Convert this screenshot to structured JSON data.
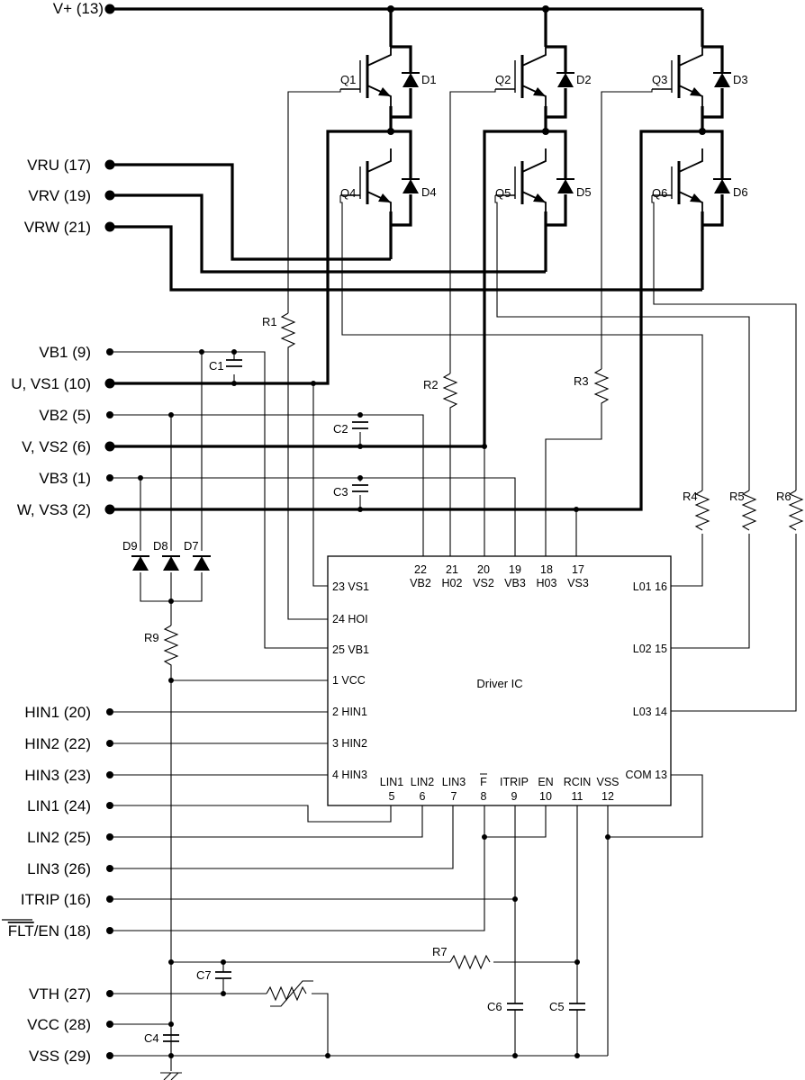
{
  "terminals": [
    {
      "id": "vplus",
      "label": "V+ (13)"
    },
    {
      "id": "vru",
      "label": "VRU (17)"
    },
    {
      "id": "vrv",
      "label": "VRV (19)"
    },
    {
      "id": "vrw",
      "label": "VRW (21)"
    },
    {
      "id": "vb1",
      "label": "VB1 (9)"
    },
    {
      "id": "vs1",
      "label": "U, VS1 (10)"
    },
    {
      "id": "vb2",
      "label": "VB2 (5)"
    },
    {
      "id": "vs2",
      "label": "V, VS2 (6)"
    },
    {
      "id": "vb3",
      "label": "VB3 (1)"
    },
    {
      "id": "vs3",
      "label": "W, VS3 (2)"
    },
    {
      "id": "hin1",
      "label": "HIN1 (20)"
    },
    {
      "id": "hin2",
      "label": "HIN2 (22)"
    },
    {
      "id": "hin3",
      "label": "HIN3 (23)"
    },
    {
      "id": "lin1",
      "label": "LIN1 (24)"
    },
    {
      "id": "lin2",
      "label": "LIN2 (25)"
    },
    {
      "id": "lin3",
      "label": "LIN3 (26)"
    },
    {
      "id": "itrip",
      "label": "ITRIP (16)"
    },
    {
      "id": "flten",
      "label_bar": "FLT",
      "label_rest": "/EN (18)"
    },
    {
      "id": "vth",
      "label": "VTH (27)"
    },
    {
      "id": "vcc",
      "label": "VCC (28)"
    },
    {
      "id": "vss",
      "label": "VSS (29)"
    }
  ],
  "transistors": [
    "Q1",
    "Q2",
    "Q3",
    "Q4",
    "Q5",
    "Q6"
  ],
  "diodes": [
    "D1",
    "D2",
    "D3",
    "D4",
    "D5",
    "D6",
    "D7",
    "D8",
    "D9"
  ],
  "resistors": [
    "R1",
    "R2",
    "R3",
    "R4",
    "R5",
    "R6",
    "R7",
    "R9"
  ],
  "capacitors": [
    "C1",
    "C2",
    "C3",
    "C4",
    "C5",
    "C6",
    "C7"
  ],
  "driver": {
    "title": "Driver IC",
    "left_pins": [
      "23 VS1",
      "24 HOI",
      "25 VB1",
      "1 VCC",
      "2 HIN1",
      "3 HIN2",
      "4 HIN3"
    ],
    "top_pins": [
      {
        "num": "22",
        "name": "VB2"
      },
      {
        "num": "21",
        "name": "H02"
      },
      {
        "num": "20",
        "name": "VS2"
      },
      {
        "num": "19",
        "name": "VB3"
      },
      {
        "num": "18",
        "name": "H03"
      },
      {
        "num": "17",
        "name": "VS3"
      }
    ],
    "right_pins": [
      "L01 16",
      "L02 15",
      "L03 14",
      "COM 13"
    ],
    "bottom_pins": [
      {
        "num": "5",
        "name": "LIN1"
      },
      {
        "num": "6",
        "name": "LIN2"
      },
      {
        "num": "7",
        "name": "LIN3"
      },
      {
        "num": "8",
        "name": "F"
      },
      {
        "num": "9",
        "name": "ITRIP"
      },
      {
        "num": "10",
        "name": "EN"
      },
      {
        "num": "11",
        "name": "RCIN"
      },
      {
        "num": "12",
        "name": "VSS"
      }
    ]
  }
}
